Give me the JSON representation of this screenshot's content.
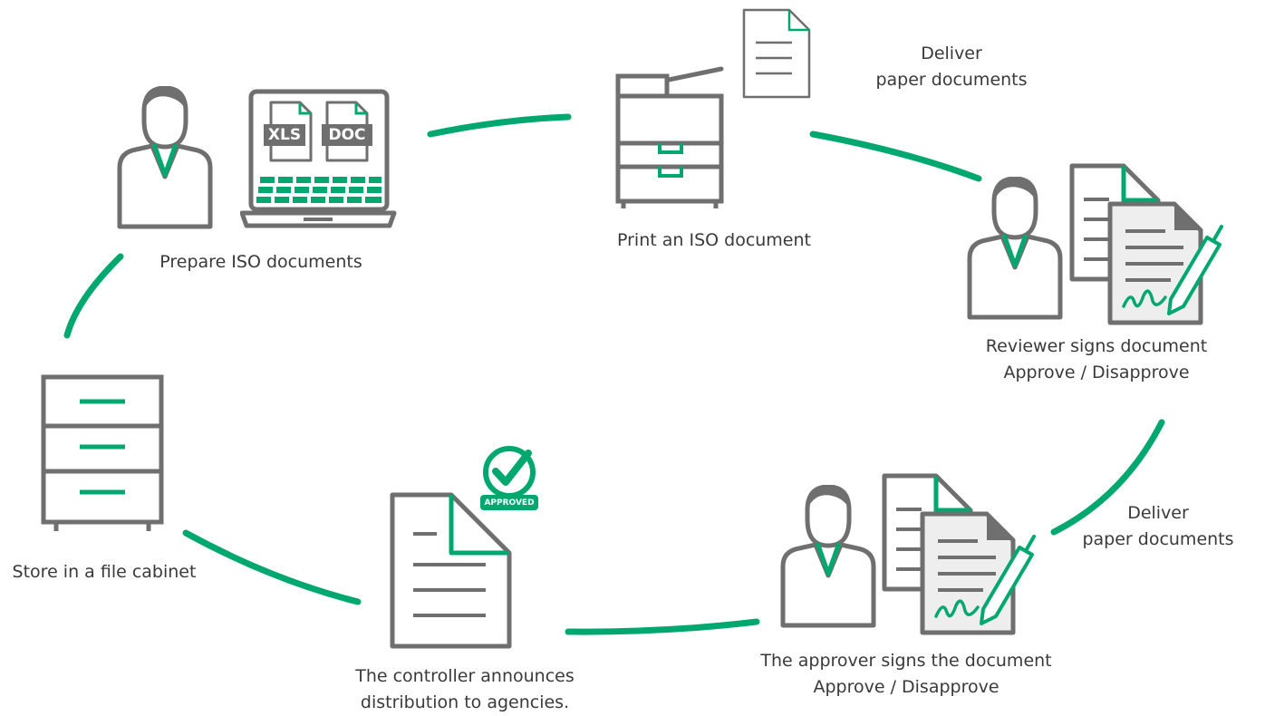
{
  "colors": {
    "accent": "#00a870",
    "icon": "#6f6f6f",
    "text": "#3a3a3a",
    "paper": "#eeeeee"
  },
  "steps": {
    "prepare": {
      "label": "Prepare ISO documents",
      "file_tags": [
        "XLS",
        "DOC"
      ],
      "icons": [
        "person-icon",
        "laptop-icon",
        "spreadsheet-file-icon",
        "document-file-icon"
      ]
    },
    "print": {
      "label": "Print an ISO document",
      "icons": [
        "printer-icon",
        "paper-document-icon"
      ]
    },
    "deliver_1": {
      "line1": "Deliver",
      "line2": "paper documents"
    },
    "review": {
      "line1": "Reviewer signs document",
      "line2": "Approve / Disapprove",
      "icons": [
        "person-icon",
        "signed-document-icon",
        "pen-icon"
      ]
    },
    "deliver_2": {
      "line1": "Deliver",
      "line2": "paper documents"
    },
    "approve": {
      "line1": "The approver signs the document",
      "line2": "Approve / Disapprove",
      "icons": [
        "person-icon",
        "signed-document-icon",
        "pen-icon"
      ]
    },
    "announce": {
      "line1": "The controller announces",
      "line2": "distribution to agencies.",
      "badge": "APPROVED",
      "icons": [
        "approved-document-icon",
        "approved-check-badge-icon"
      ]
    },
    "store": {
      "label": "Store in a file cabinet",
      "icons": [
        "file-cabinet-icon"
      ]
    }
  }
}
